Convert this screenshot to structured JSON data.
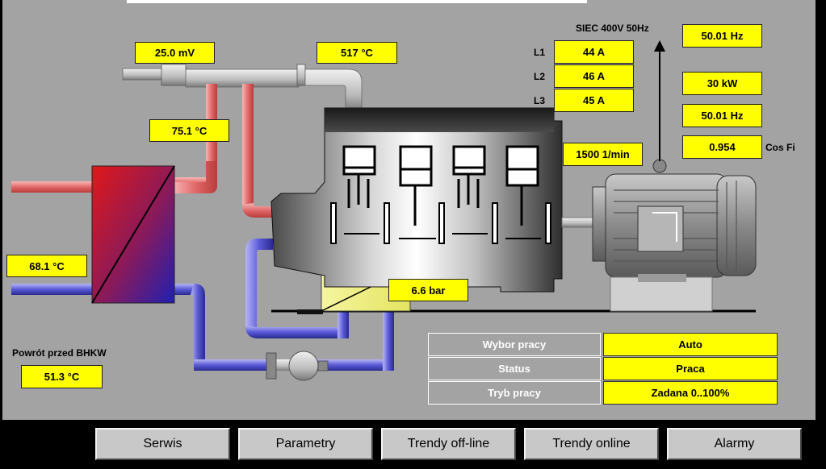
{
  "values": {
    "thermo_voltage": "25.0  mV",
    "exhaust_temp": "517  °C",
    "hot_pipe_temp": "75.1  °C",
    "supply_temp": "68.1  °C",
    "return_temp": "51.3  °C",
    "oil_pressure": "6.6  bar",
    "engine_speed": "1500  1/min",
    "l1_current": "44  A",
    "l2_current": "46  A",
    "l3_current": "45  A",
    "grid_freq": "50.01  Hz",
    "power": "30  kW",
    "gen_freq": "50.01  Hz",
    "cos_fi": "0.954"
  },
  "labels": {
    "grid": "SIEC 400V 50Hz",
    "l1": "L1",
    "l2": "L2",
    "l3": "L3",
    "cos_fi": "Cos Fi",
    "return_before": "Powrót przed BHKW"
  },
  "mode_table": [
    {
      "label": "Wybor pracy",
      "value": "Auto"
    },
    {
      "label": "Status",
      "value": "Praca"
    },
    {
      "label": "Tryb pracy",
      "value": "Zadana 0..100%"
    }
  ],
  "nav": [
    {
      "label": "Serwis"
    },
    {
      "label": "Parametry"
    },
    {
      "label": "Trendy off-line"
    },
    {
      "label": "Trendy online"
    },
    {
      "label": "Alarmy"
    }
  ],
  "colors": {
    "panel_bg": "#a3a3a3",
    "value_box": "#ffff00",
    "hot_pipe": "#e8787a",
    "cold_pipe": "#5a5ad8"
  }
}
